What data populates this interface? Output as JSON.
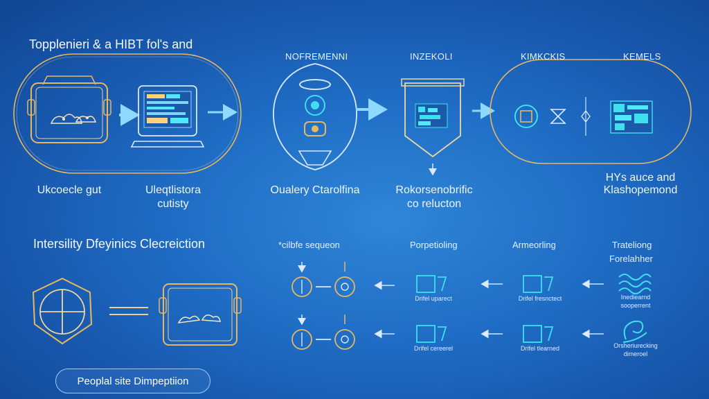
{
  "top": {
    "title": "Topplenieri & a HIBT fol's and",
    "headers": [
      "NOFREMENNI",
      "INZEKOLI",
      "KIMKCKIS",
      "KEMELS"
    ],
    "labels": {
      "a": "Ukcoecle gut",
      "b1": "Uleqtlistora",
      "b2": "cutisty",
      "c": "Oualery Ctarolfina",
      "d1": "Rokorsenobrific",
      "d2": "co relucton",
      "e1": "HYs auce and",
      "e2": "Klashopemond"
    }
  },
  "bottom": {
    "title": "Intersility Dfeyinics Clecreiction",
    "headers": {
      "seq": "*cilbfe sequeon",
      "p": "Porpetioling",
      "a": "Armeorling",
      "t1": "Trateliong",
      "t2": "Forelahher"
    },
    "row1": {
      "l1": "Drifel uparect",
      "l2": "Drifel fresnctect",
      "l3a": "Inediearnd",
      "l3b": "sooperrent"
    },
    "row2": {
      "l1": "Drifel cereerel",
      "l2": "Drifel tlearned",
      "l3a": "Orsheriurecking",
      "l3b": "dimeroel"
    },
    "button": "Peoplal site Dimpeptiion"
  },
  "colors": {
    "gold": "#e8b860",
    "cyan": "#3ee0f0",
    "line": "#cfe4ff",
    "arrow": "#8fd8ff"
  }
}
